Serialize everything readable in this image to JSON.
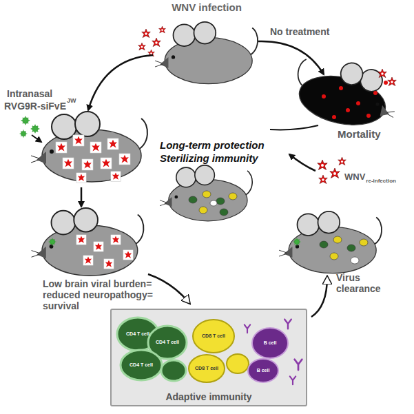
{
  "diagram": {
    "title": "WNV infection",
    "nodes": [
      {
        "text": [
          "Adaptive immunity"
        ]
      }
    ],
    "labels": [
      "No treatment",
      "Intranasal",
      "RVG9R-siFvE",
      "JW",
      "Mortality",
      "Long-term protection",
      "Sterilizing immunity",
      "WNV",
      "re-infection",
      "Low brain viral burden= reduced neuropathogy= survival",
      "Virus clearance",
      "CD4 T cell",
      "CD4 T cell",
      "CD4 T cell",
      "CD8 T cell",
      "CD8 T cell",
      "B cell",
      "B cell"
    ]
  }
}
